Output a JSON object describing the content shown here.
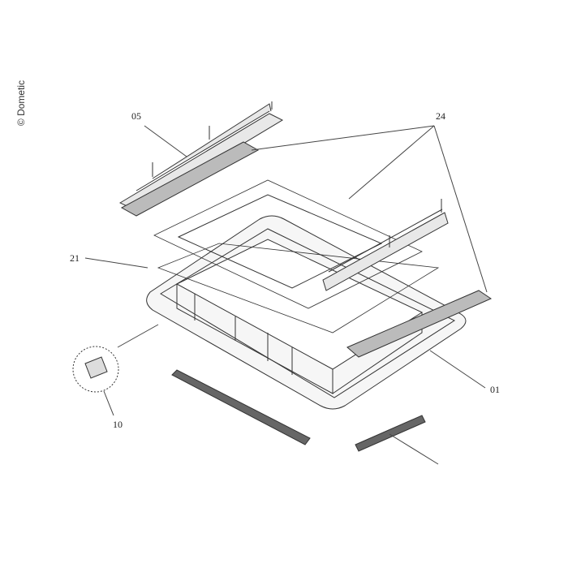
{
  "copyright": "© Dometic",
  "labels": {
    "p05": "05",
    "p24": "24",
    "p21": "21",
    "p10": "10",
    "p01": "01"
  },
  "colors": {
    "line": "#333333",
    "fill": "#f4f4f4",
    "strip": "#555555"
  }
}
